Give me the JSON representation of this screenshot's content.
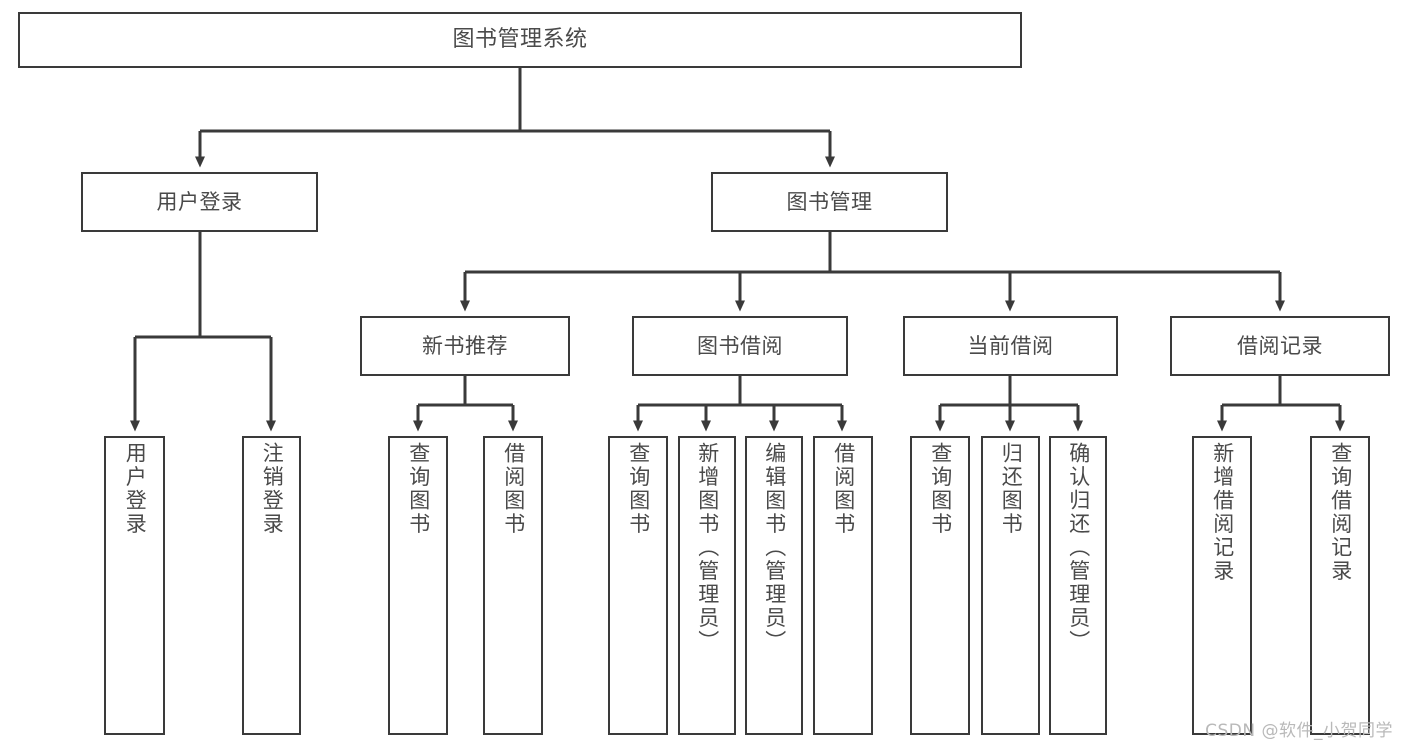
{
  "diagram": {
    "title": "图书管理系统",
    "type": "tree-hierarchy",
    "watermark": "CSDN @软件_小贺同学",
    "colors": {
      "stroke": "#3a3a3a",
      "text": "#4a4a4a",
      "background": "#ffffff",
      "watermark": "#b9b9b9"
    }
  },
  "nodes": {
    "root": {
      "label": "图书管理系统"
    },
    "level1": [
      {
        "id": "user-login",
        "label": "用户登录"
      },
      {
        "id": "book-manage",
        "label": "图书管理"
      }
    ],
    "level2": [
      {
        "id": "new-book-rec",
        "label": "新书推荐"
      },
      {
        "id": "book-borrow",
        "label": "图书借阅"
      },
      {
        "id": "current-borrow",
        "label": "当前借阅"
      },
      {
        "id": "borrow-record",
        "label": "借阅记录"
      }
    ],
    "leaves": {
      "user_login": [
        {
          "id": "leaf-user-login",
          "label": "用户登录"
        },
        {
          "id": "leaf-logout",
          "label": "注销登录"
        }
      ],
      "new_book_rec": [
        {
          "id": "leaf-query-book-1",
          "label": "查询图书"
        },
        {
          "id": "leaf-borrow-book-1",
          "label": "借阅图书"
        }
      ],
      "book_borrow": [
        {
          "id": "leaf-query-book-2",
          "label": "查询图书"
        },
        {
          "id": "leaf-add-book",
          "label": "新增图书（管理员）"
        },
        {
          "id": "leaf-edit-book",
          "label": "编辑图书（管理员）"
        },
        {
          "id": "leaf-borrow-book-2",
          "label": "借阅图书"
        }
      ],
      "current_borrow": [
        {
          "id": "leaf-query-book-3",
          "label": "查询图书"
        },
        {
          "id": "leaf-return-book",
          "label": "归还图书"
        },
        {
          "id": "leaf-confirm-return",
          "label": "确认归还（管理员）"
        }
      ],
      "borrow_record": [
        {
          "id": "leaf-add-record",
          "label": "新增借阅记录"
        },
        {
          "id": "leaf-query-record",
          "label": "查询借阅记录"
        }
      ]
    }
  }
}
